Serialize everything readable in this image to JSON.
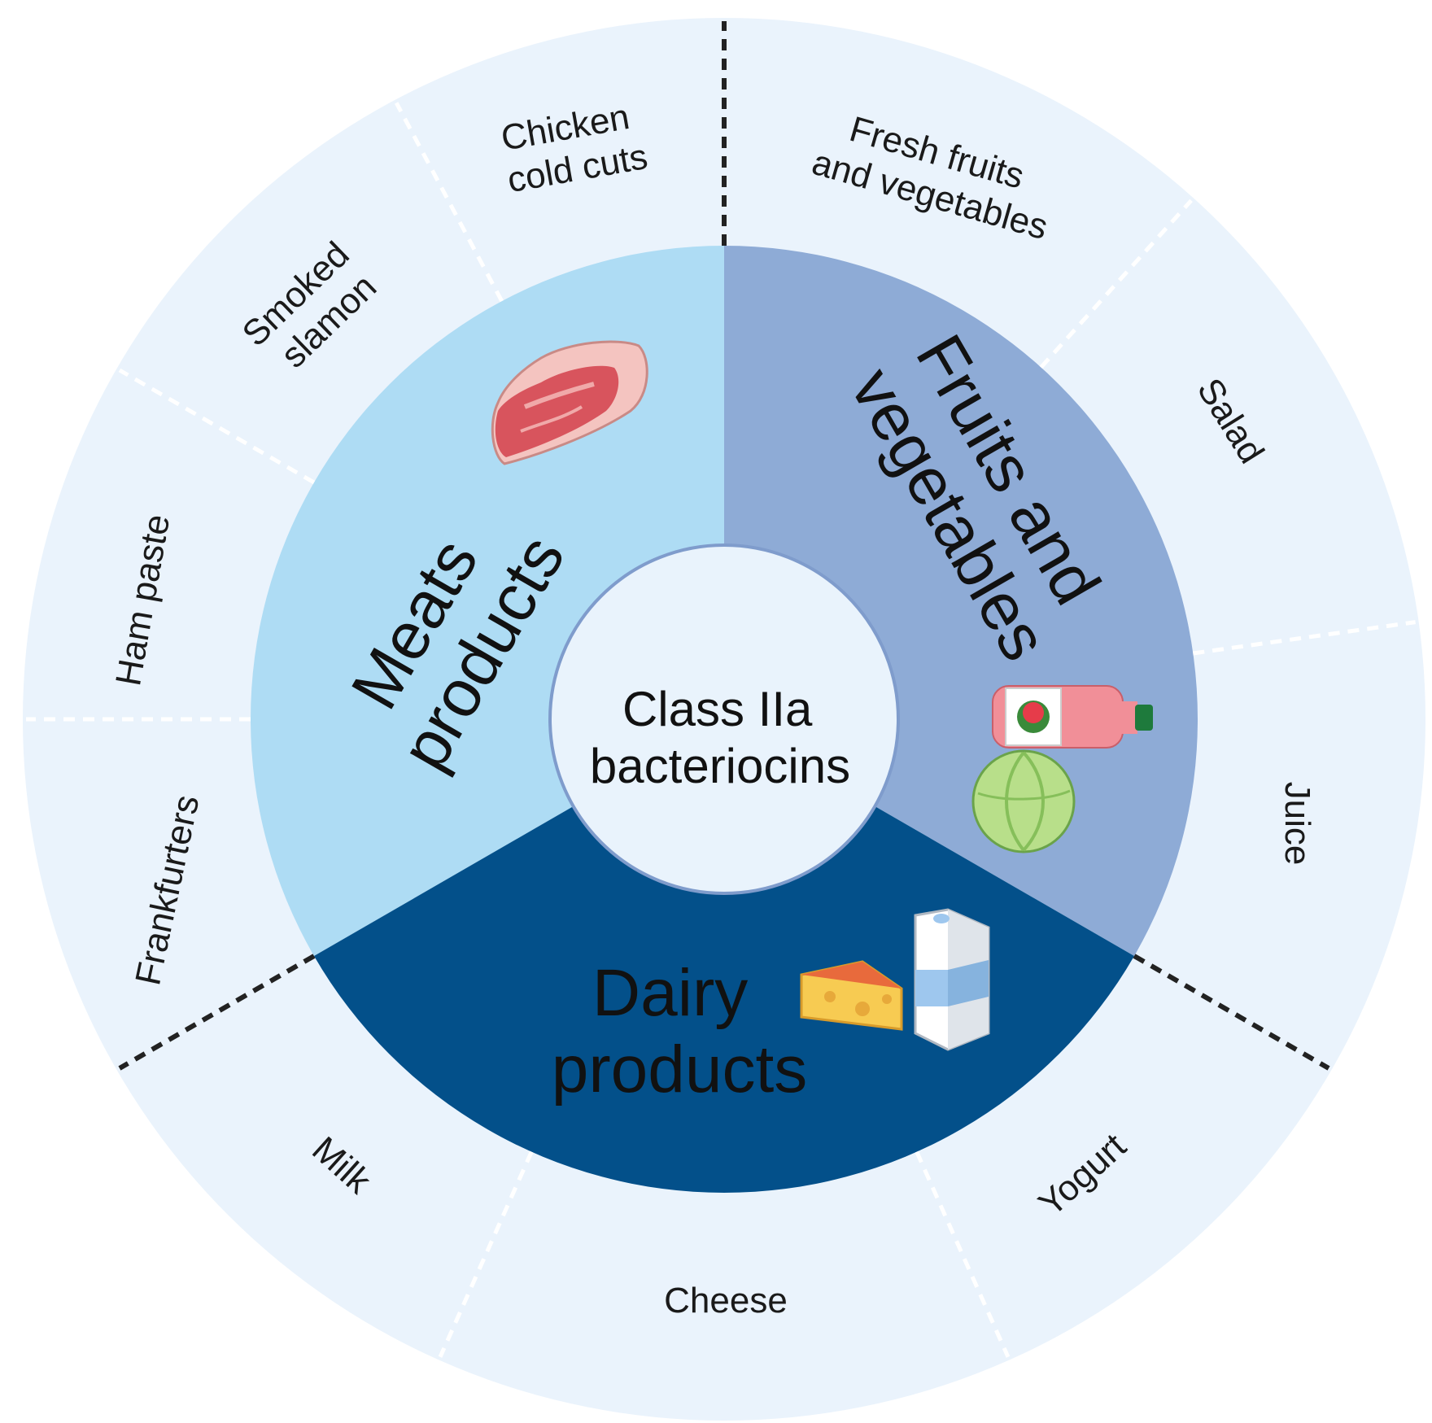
{
  "center": {
    "label_lines": [
      "Class IIa",
      "bacteriocins"
    ],
    "fill": "#e9f3fc",
    "stroke": "#7f9ccc"
  },
  "sectors": [
    {
      "id": "meats",
      "label_lines": [
        "Meats",
        "products"
      ],
      "fill": "#aedcf4",
      "text_color": "#111111"
    },
    {
      "id": "fruits",
      "label_lines": [
        "Fruits and",
        "vegetables"
      ],
      "fill": "#8eabd6",
      "text_color": "#111111"
    },
    {
      "id": "dairy",
      "label_lines": [
        "Dairy",
        "products"
      ],
      "fill": "#03508a",
      "text_color": "#111111"
    }
  ],
  "outer_ring": {
    "fill": "#eaf3fc",
    "items": [
      {
        "group": "meats",
        "label_lines": [
          "Chicken",
          "cold cuts"
        ]
      },
      {
        "group": "meats",
        "label_lines": [
          "Smoked",
          "slamon"
        ]
      },
      {
        "group": "meats",
        "label_lines": [
          "Ham paste"
        ]
      },
      {
        "group": "meats",
        "label_lines": [
          "Frankfurters"
        ]
      },
      {
        "group": "dairy",
        "label_lines": [
          "Milk"
        ]
      },
      {
        "group": "dairy",
        "label_lines": [
          "Cheese"
        ]
      },
      {
        "group": "dairy",
        "label_lines": [
          "Yogurt"
        ]
      },
      {
        "group": "fruits",
        "label_lines": [
          "Juice"
        ]
      },
      {
        "group": "fruits",
        "label_lines": [
          "Salad"
        ]
      },
      {
        "group": "fruits",
        "label_lines": [
          "Fresh fruits",
          "and vegetables"
        ]
      }
    ]
  },
  "icons": [
    "steak-icon",
    "juice-bottle-icon",
    "cabbage-icon",
    "cheese-icon",
    "milk-carton-icon"
  ],
  "colors": {
    "dashed_major": "#222222",
    "dashed_minor": "#ffffff"
  }
}
